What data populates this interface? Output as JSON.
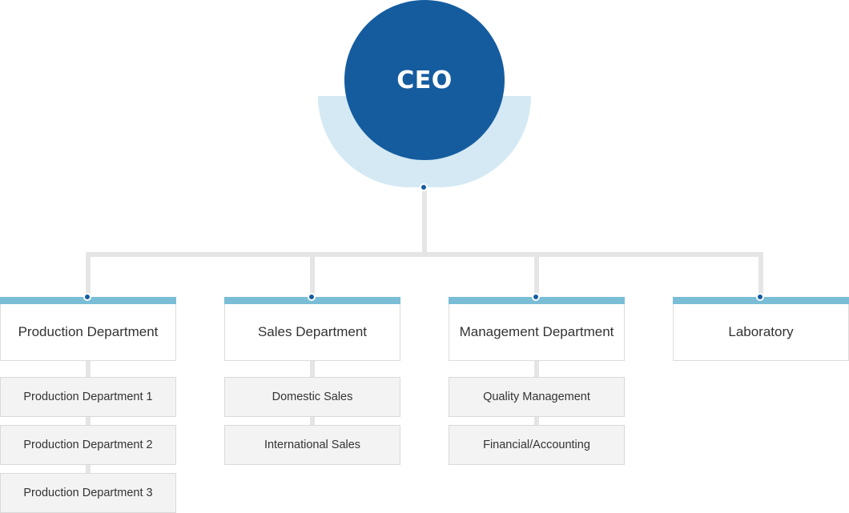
{
  "ceo": {
    "label": "CEO"
  },
  "departments": [
    {
      "name": "Production Department",
      "units": [
        "Production Department 1",
        "Production Department 2",
        "Production Department 3"
      ]
    },
    {
      "name": "Sales Department",
      "units": [
        "Domestic Sales",
        "International Sales"
      ]
    },
    {
      "name": "Management Department",
      "units": [
        "Quality Management",
        "Financial/Accounting"
      ]
    },
    {
      "name": "Laboratory",
      "units": []
    }
  ],
  "colors": {
    "ceo_circle": "#155c9f",
    "ceo_halo": "#d4e9f3",
    "department_bar": "#79bdd6",
    "connector": "#e5e5e5",
    "unit_background": "#f3f3f3"
  }
}
